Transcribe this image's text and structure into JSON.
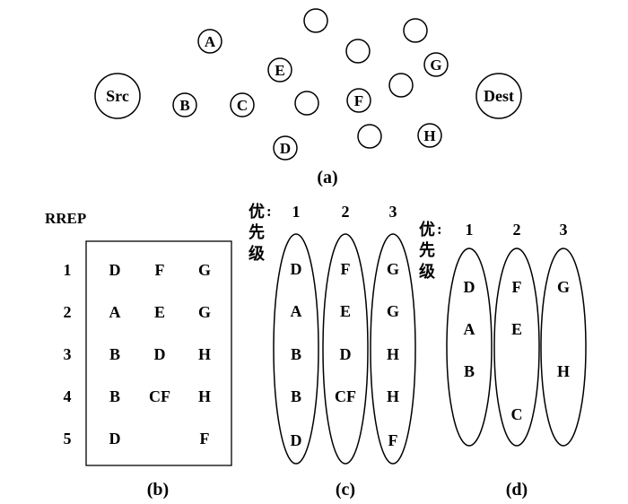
{
  "figure": {
    "panel_a": {
      "caption": "(a)",
      "nodes": [
        {
          "id": "src",
          "label": "Src",
          "size": "large"
        },
        {
          "id": "dest",
          "label": "Dest",
          "size": "large"
        },
        {
          "id": "A",
          "label": "A"
        },
        {
          "id": "B",
          "label": "B"
        },
        {
          "id": "C",
          "label": "C"
        },
        {
          "id": "D",
          "label": "D"
        },
        {
          "id": "E",
          "label": "E"
        },
        {
          "id": "F",
          "label": "F"
        },
        {
          "id": "G",
          "label": "G"
        },
        {
          "id": "H",
          "label": "H"
        },
        {
          "id": "u1",
          "label": ""
        },
        {
          "id": "u2",
          "label": ""
        },
        {
          "id": "u3",
          "label": ""
        },
        {
          "id": "u4",
          "label": ""
        },
        {
          "id": "u5",
          "label": ""
        },
        {
          "id": "u6",
          "label": ""
        }
      ]
    },
    "panel_b": {
      "caption": "(b)",
      "title": "RREP",
      "row_labels": [
        "1",
        "2",
        "3",
        "4",
        "5"
      ],
      "rows": [
        [
          "D",
          "F",
          "G"
        ],
        [
          "A",
          "E",
          "G"
        ],
        [
          "B",
          "D",
          "H"
        ],
        [
          "B",
          "CF",
          "H"
        ],
        [
          "D",
          "",
          "F"
        ]
      ]
    },
    "panel_c": {
      "caption": "(c)",
      "priority_label": [
        "优",
        "先",
        "级"
      ],
      "colon": ":",
      "priorities": [
        "1",
        "2",
        "3"
      ],
      "groups": [
        [
          "D",
          "A",
          "B",
          "B",
          "D"
        ],
        [
          "F",
          "E",
          "D",
          "CF",
          ""
        ],
        [
          "G",
          "G",
          "H",
          "H",
          "F"
        ]
      ]
    },
    "panel_d": {
      "caption": "(d)",
      "priority_label": [
        "优",
        "先",
        "级"
      ],
      "colon": ":",
      "priorities": [
        "1",
        "2",
        "3"
      ],
      "groups": [
        [
          "D",
          "A",
          "B",
          ""
        ],
        [
          "F",
          "E",
          "",
          "C"
        ],
        [
          "G",
          "",
          "H",
          ""
        ]
      ]
    }
  }
}
